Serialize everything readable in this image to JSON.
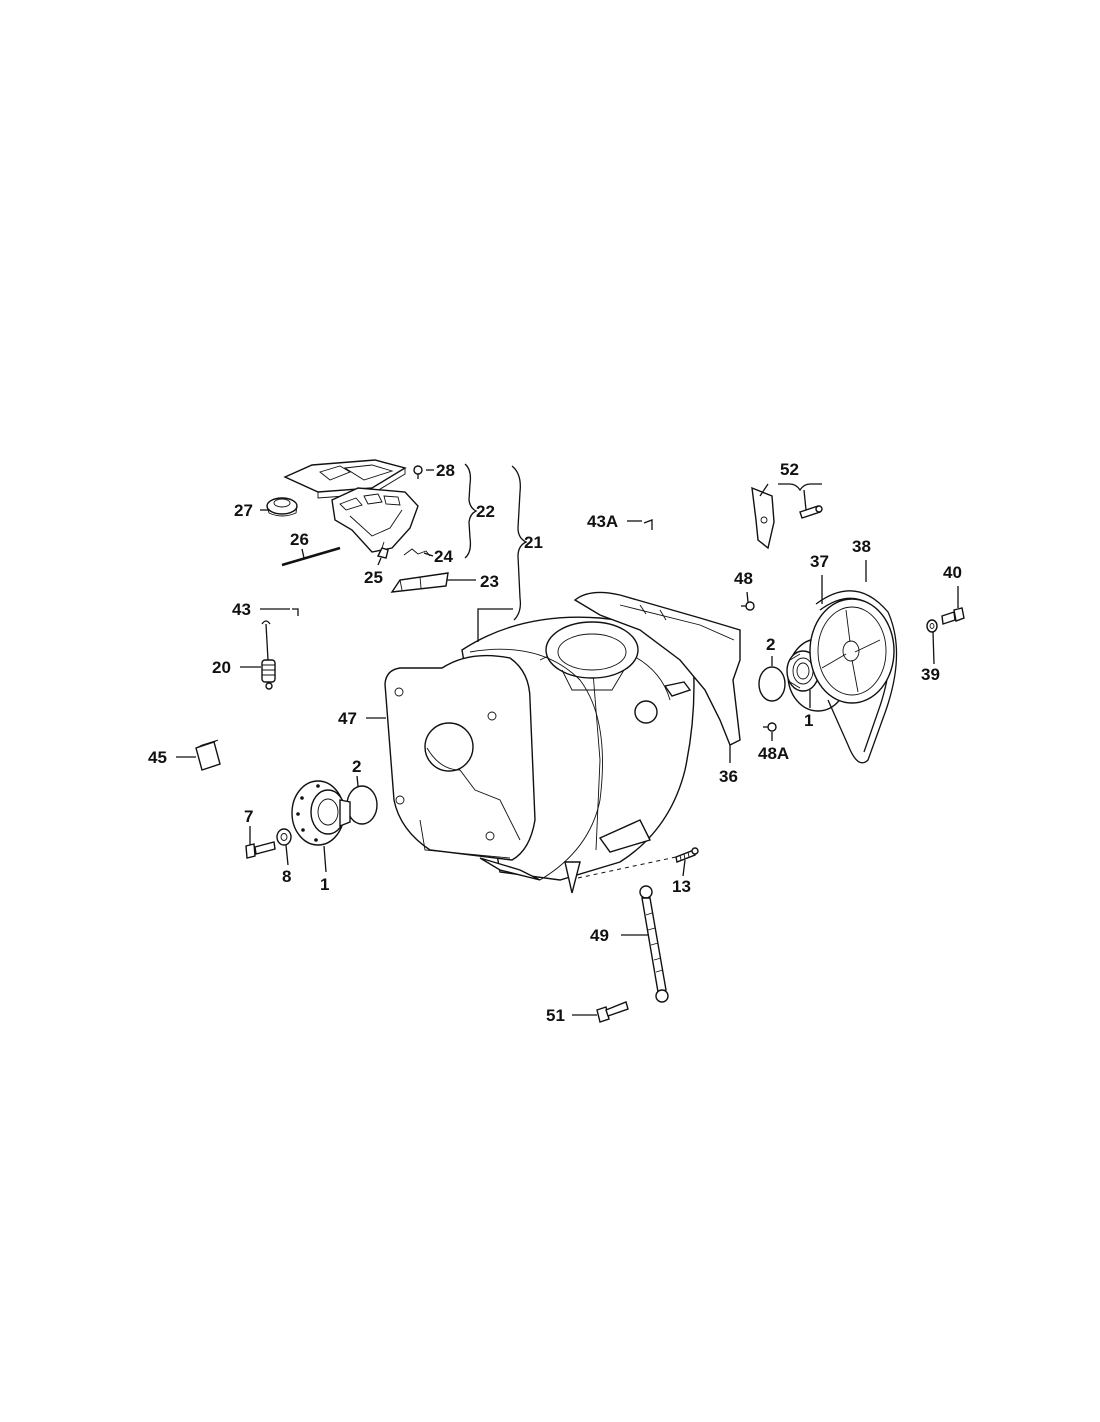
{
  "callouts": {
    "c1a": "1",
    "c1b": "1",
    "c2a": "2",
    "c2b": "2",
    "c7": "7",
    "c8": "8",
    "c13": "13",
    "c20": "20",
    "c21": "21",
    "c22": "22",
    "c23": "23",
    "c24": "24",
    "c25": "25",
    "c26": "26",
    "c27": "27",
    "c28": "28",
    "c36": "36",
    "c37": "37",
    "c38": "38",
    "c39": "39",
    "c40": "40",
    "c43": "43",
    "c43a": "43A",
    "c45": "45",
    "c47": "47",
    "c48": "48",
    "c48a": "48A",
    "c49": "49",
    "c51": "51",
    "c52": "52"
  }
}
